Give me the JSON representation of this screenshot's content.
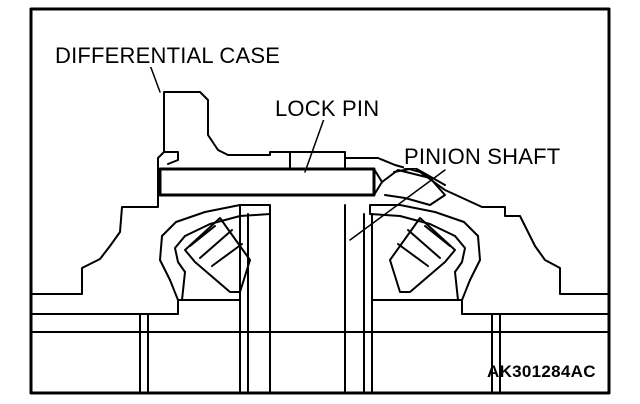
{
  "labels": {
    "differential_case": "DIFFERENTIAL CASE",
    "lock_pin": "LOCK PIN",
    "pinion_shaft": "PINION SHAFT",
    "figure_id": "AK301284AC"
  },
  "colors": {
    "line": "#000000",
    "background": "#ffffff"
  }
}
